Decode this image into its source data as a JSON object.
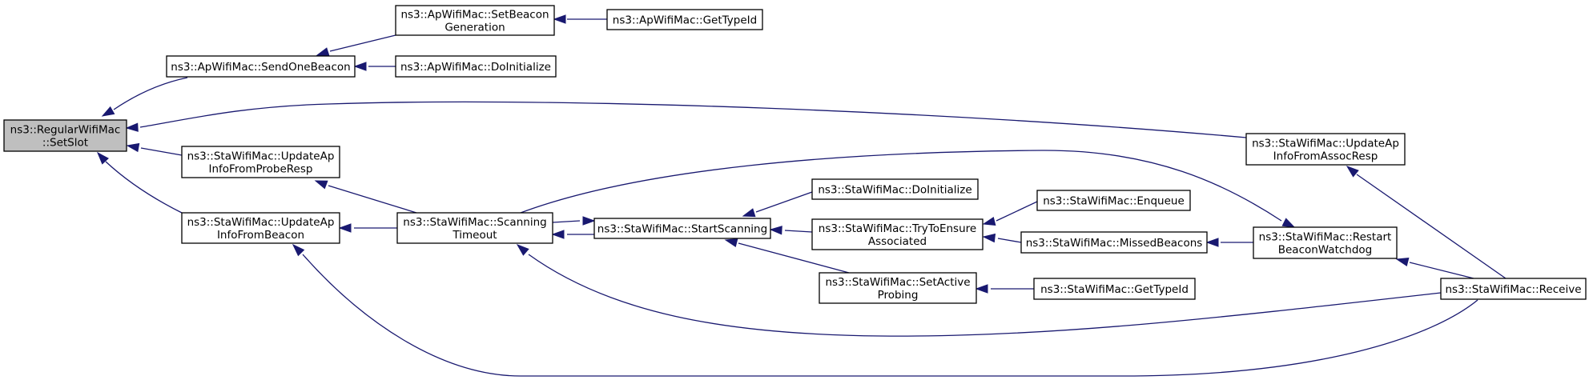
{
  "nodes": [
    {
      "id": "setslot",
      "lines": [
        "ns3::RegularWifiMac",
        "::SetSlot"
      ],
      "root": true,
      "interactable": false
    },
    {
      "id": "sendonebeacon",
      "lines": [
        "ns3::ApWifiMac::SendOneBeacon"
      ],
      "interactable": true
    },
    {
      "id": "setbeacongeneration",
      "lines": [
        "ns3::ApWifiMac::SetBeacon",
        "Generation"
      ],
      "interactable": true
    },
    {
      "id": "ap_gettypeid",
      "lines": [
        "ns3::ApWifiMac::GetTypeId"
      ],
      "interactable": true
    },
    {
      "id": "ap_doinitialize",
      "lines": [
        "ns3::ApWifiMac::DoInitialize"
      ],
      "interactable": true
    },
    {
      "id": "updateap_assocresp",
      "lines": [
        "ns3::StaWifiMac::UpdateAp",
        "InfoFromAssocResp"
      ],
      "interactable": true
    },
    {
      "id": "updateap_proberesp",
      "lines": [
        "ns3::StaWifiMac::UpdateAp",
        "InfoFromProbeResp"
      ],
      "interactable": true
    },
    {
      "id": "updateap_beacon",
      "lines": [
        "ns3::StaWifiMac::UpdateAp",
        "InfoFromBeacon"
      ],
      "interactable": true
    },
    {
      "id": "scanningtimeout",
      "lines": [
        "ns3::StaWifiMac::Scanning",
        "Timeout"
      ],
      "interactable": true
    },
    {
      "id": "startscanning",
      "lines": [
        "ns3::StaWifiMac::StartScanning"
      ],
      "interactable": true
    },
    {
      "id": "sta_doinitialize",
      "lines": [
        "ns3::StaWifiMac::DoInitialize"
      ],
      "interactable": true
    },
    {
      "id": "trytoensure",
      "lines": [
        "ns3::StaWifiMac::TryToEnsure",
        "Associated"
      ],
      "interactable": true
    },
    {
      "id": "setactiveprobing",
      "lines": [
        "ns3::StaWifiMac::SetActive",
        "Probing"
      ],
      "interactable": true
    },
    {
      "id": "enqueue",
      "lines": [
        "ns3::StaWifiMac::Enqueue"
      ],
      "interactable": true
    },
    {
      "id": "missedbeacons",
      "lines": [
        "ns3::StaWifiMac::MissedBeacons"
      ],
      "interactable": true
    },
    {
      "id": "sta_gettypeid",
      "lines": [
        "ns3::StaWifiMac::GetTypeId"
      ],
      "interactable": true
    },
    {
      "id": "restartbeaconwatchdog",
      "lines": [
        "ns3::StaWifiMac::Restart",
        "BeaconWatchdog"
      ],
      "interactable": true
    },
    {
      "id": "receive",
      "lines": [
        "ns3::StaWifiMac::Receive"
      ],
      "interactable": true
    }
  ],
  "edges": [
    {
      "from": "sendonebeacon",
      "to": "setslot"
    },
    {
      "from": "updateap_assocresp",
      "to": "setslot"
    },
    {
      "from": "updateap_proberesp",
      "to": "setslot"
    },
    {
      "from": "updateap_beacon",
      "to": "setslot"
    },
    {
      "from": "setbeacongeneration",
      "to": "sendonebeacon"
    },
    {
      "from": "ap_doinitialize",
      "to": "sendonebeacon"
    },
    {
      "from": "ap_gettypeid",
      "to": "setbeacongeneration"
    },
    {
      "from": "scanningtimeout",
      "to": "updateap_proberesp"
    },
    {
      "from": "scanningtimeout",
      "to": "updateap_beacon"
    },
    {
      "from": "receive",
      "to": "updateap_beacon"
    },
    {
      "from": "startscanning",
      "to": "scanningtimeout"
    },
    {
      "from": "receive",
      "to": "scanningtimeout"
    },
    {
      "from": "scanningtimeout",
      "to": "restartbeaconwatchdog"
    },
    {
      "from": "scanningtimeout",
      "to": "startscanning"
    },
    {
      "from": "sta_doinitialize",
      "to": "startscanning"
    },
    {
      "from": "trytoensure",
      "to": "startscanning"
    },
    {
      "from": "setactiveprobing",
      "to": "startscanning"
    },
    {
      "from": "enqueue",
      "to": "trytoensure"
    },
    {
      "from": "missedbeacons",
      "to": "trytoensure"
    },
    {
      "from": "sta_gettypeid",
      "to": "setactiveprobing"
    },
    {
      "from": "restartbeaconwatchdog",
      "to": "missedbeacons"
    },
    {
      "from": "receive",
      "to": "restartbeaconwatchdog"
    },
    {
      "from": "receive",
      "to": "updateap_assocresp"
    }
  ],
  "colors": {
    "edge": "#191970",
    "node_border": "#000000",
    "node_fill": "#ffffff",
    "root_fill": "#bfbfbf"
  }
}
